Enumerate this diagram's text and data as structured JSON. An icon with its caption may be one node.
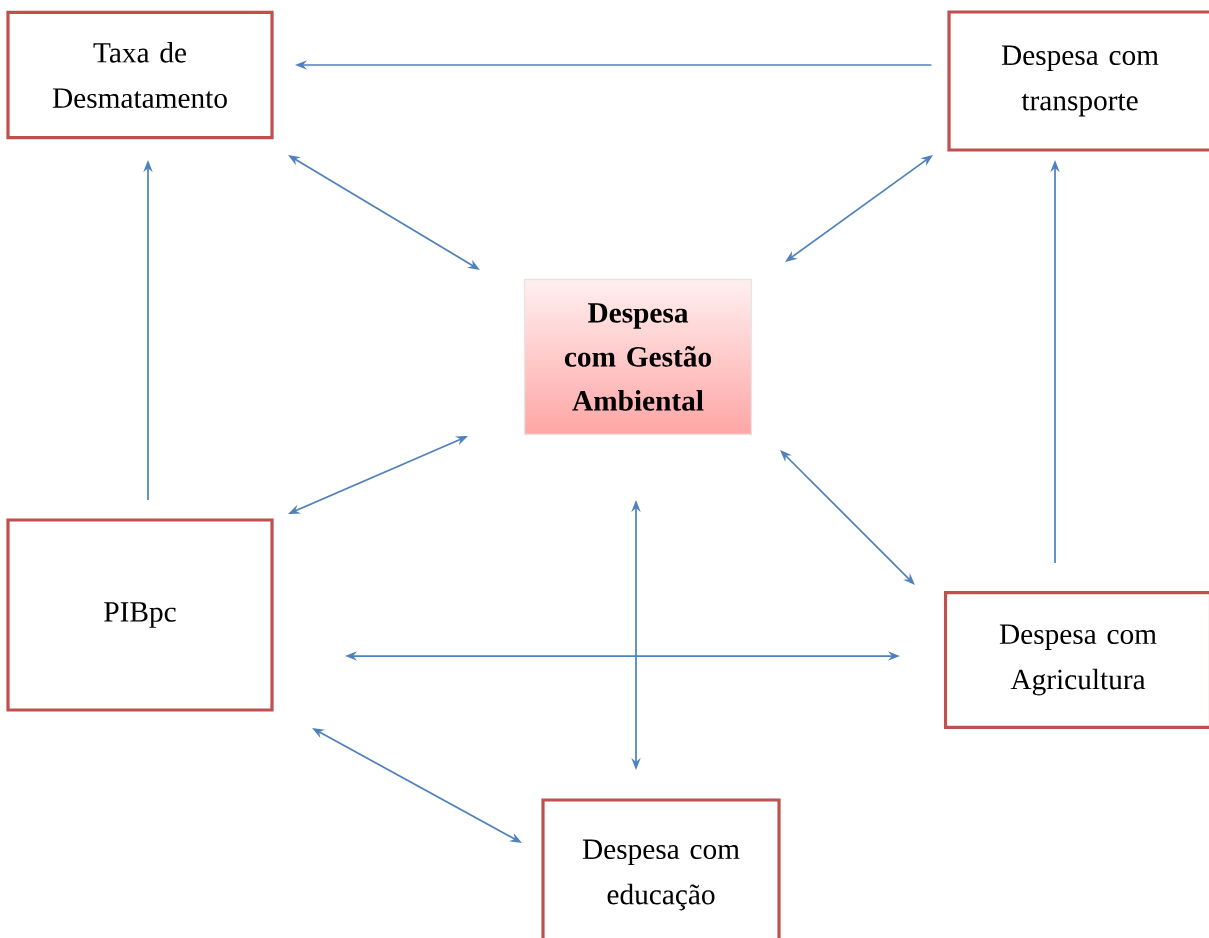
{
  "diagram": {
    "nodes": [
      {
        "text": [
          "Taxa de Desmatamento"
        ]
      },
      {
        "text": [
          "Despesa com transporte"
        ]
      },
      {
        "text": [
          "Despesa com Gestão Ambiental"
        ]
      },
      {
        "text": [
          "PIBpc"
        ]
      },
      {
        "text": [
          "Despesa com Agricultura"
        ]
      },
      {
        "text": [
          "Despesa com educação"
        ]
      }
    ],
    "edges": [
      {
        "from": 1,
        "to": 0,
        "arrow": "to"
      },
      {
        "from": 0,
        "to": 2,
        "arrow": "both"
      },
      {
        "from": 1,
        "to": 2,
        "arrow": "both"
      },
      {
        "from": 3,
        "to": 0,
        "arrow": "to"
      },
      {
        "from": 3,
        "to": 2,
        "arrow": "both"
      },
      {
        "from": 4,
        "to": 2,
        "arrow": "both"
      },
      {
        "from": 4,
        "to": 1,
        "arrow": "to"
      },
      {
        "from": 3,
        "to": 4,
        "arrow": "both"
      },
      {
        "from": 2,
        "to": 5,
        "arrow": "both"
      },
      {
        "from": 3,
        "to": 5,
        "arrow": "both"
      }
    ]
  }
}
